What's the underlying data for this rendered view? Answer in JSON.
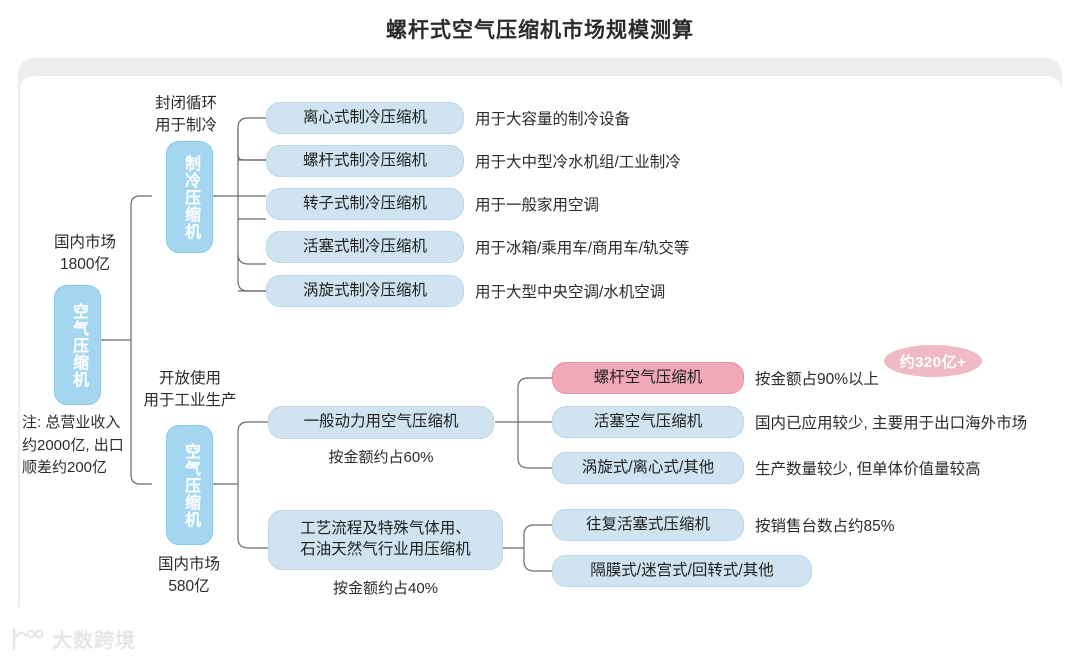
{
  "page": {
    "title": "螺杆式空气压缩机市场规模测算"
  },
  "root": {
    "caption_top": "国内市场\n1800亿",
    "label": "空气压缩机",
    "note": "注: 总营业收入\n约2000亿, 出口\n顺差约200亿"
  },
  "branches": {
    "refrigeration": {
      "edge_label": "封闭循环\n用于制冷",
      "node_label": "制冷压缩机",
      "children": [
        {
          "name": "离心式制冷压缩机",
          "desc": "用于大容量的制冷设备"
        },
        {
          "name": "螺杆式制冷压缩机",
          "desc": "用于大中型冷水机组/工业制冷"
        },
        {
          "name": "转子式制冷压缩机",
          "desc": "用于一般家用空调"
        },
        {
          "name": "活塞式制冷压缩机",
          "desc": "用于冰箱/乘用车/商用车/轨交等"
        },
        {
          "name": "涡旋式制冷压缩机",
          "desc": "用于大型中央空调/水机空调"
        }
      ]
    },
    "air": {
      "edge_label": "开放使用\n用于工业生产",
      "node_label": "空气压缩机",
      "caption_bottom": "国内市场\n580亿",
      "groups": [
        {
          "name": "一般动力用空气压缩机",
          "share": "按金额约占60%",
          "children": [
            {
              "name": "螺杆空气压缩机",
              "desc": "按金额占90%以上",
              "highlight": true
            },
            {
              "name": "活塞空气压缩机",
              "desc": "国内已应用较少, 主要用于出口海外市场",
              "highlight": false
            },
            {
              "name": "涡旋式/离心式/其他",
              "desc": "生产数量较少, 但单体价值量较高",
              "highlight": false
            }
          ]
        },
        {
          "name": "工艺流程及特殊气体用、\n石油天然气行业用压缩机",
          "share": "按金额约占40%",
          "children": [
            {
              "name": "往复活塞式压缩机",
              "desc": "按销售台数占约85%",
              "highlight": false
            },
            {
              "name": "隔膜式/迷宫式/回转式/其他",
              "desc": "",
              "highlight": false
            }
          ]
        }
      ]
    }
  },
  "badge": {
    "value": "约320亿+"
  },
  "watermark": {
    "text": "大数跨境"
  },
  "colors": {
    "node_blue": "#a4d6f2",
    "pill_blue": "#cfe3f0",
    "pill_pink": "#f1a9b9",
    "badge_pink": "#f0b9c6",
    "panel_grey": "#ededed",
    "text_dark": "#2b2b2b"
  }
}
